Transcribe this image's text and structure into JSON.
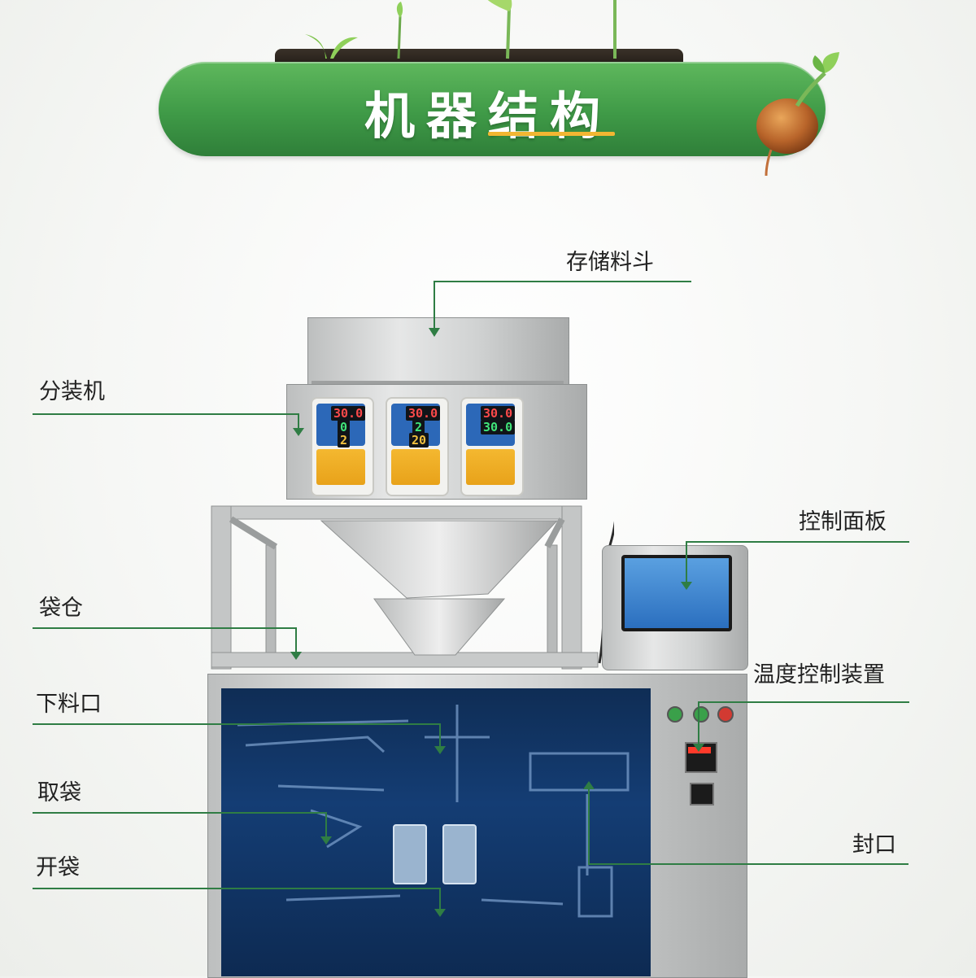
{
  "header": {
    "title": "机器结构"
  },
  "callouts": [
    {
      "id": "hopper",
      "label": "存储料斗"
    },
    {
      "id": "dispenser",
      "label": "分装机"
    },
    {
      "id": "control-panel",
      "label": "控制面板"
    },
    {
      "id": "bag-bin",
      "label": "袋仓"
    },
    {
      "id": "temperature",
      "label": "温度控制装置"
    },
    {
      "id": "outlet",
      "label": "下料口"
    },
    {
      "id": "pick-bag",
      "label": "取袋"
    },
    {
      "id": "sealing",
      "label": "封口"
    },
    {
      "id": "open-bag",
      "label": "开袋"
    }
  ],
  "scales": [
    {
      "top": "30.0",
      "mid": "0",
      "bot": "2"
    },
    {
      "top": "30.0",
      "mid": "2",
      "bot": "20"
    },
    {
      "top": "30.0",
      "mid": "30.0",
      "bot": ""
    }
  ],
  "colors": {
    "accent_green": "#3f9a47",
    "leader_line": "#2f7d44",
    "underline": "#f2b632"
  }
}
